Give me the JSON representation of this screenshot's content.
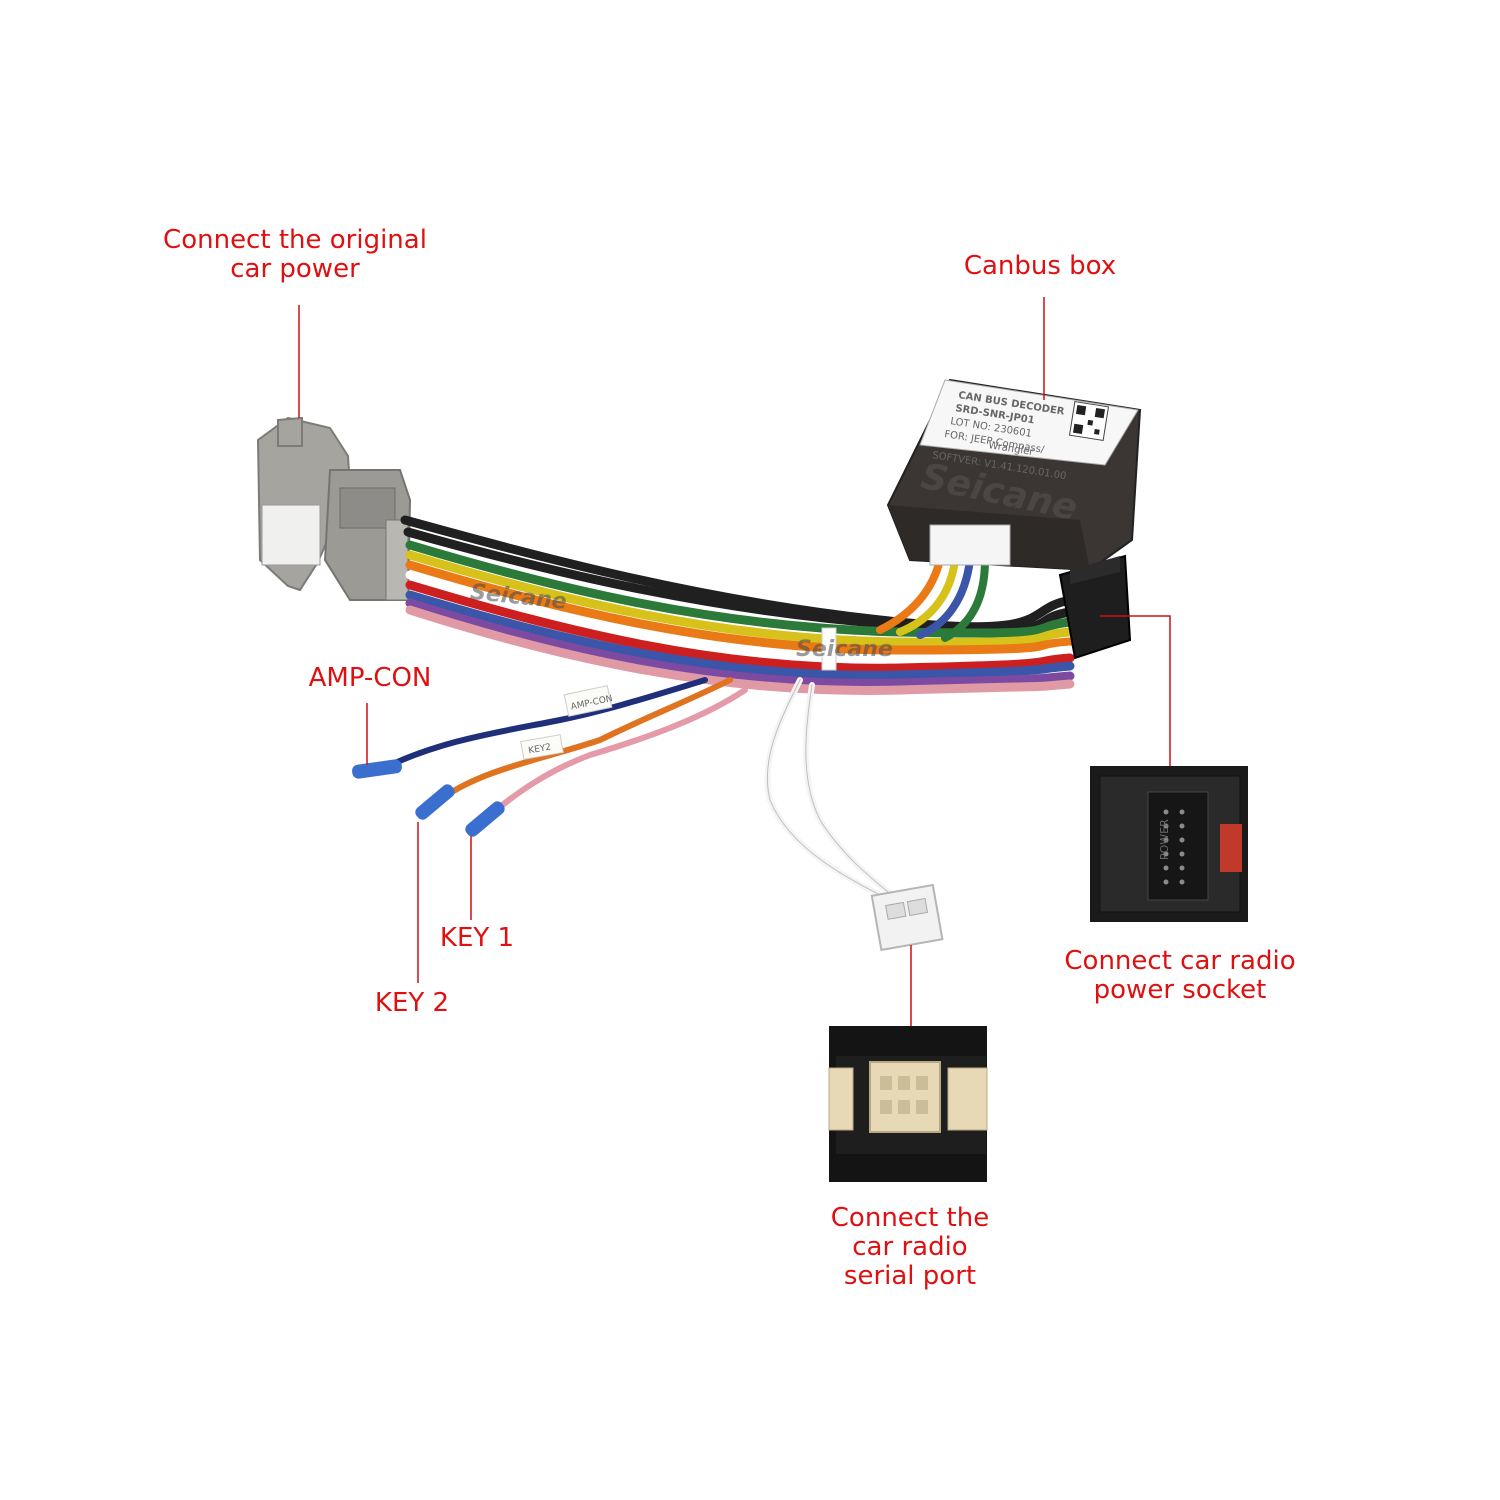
{
  "colors": {
    "label_text": "#e01010",
    "leader_line": "#d01010",
    "connector_grey": "#a4a29d",
    "canbus_body": "#3a3532",
    "black_plug": "#1e1e1e",
    "photo_inset_bg": "#1c1c1c",
    "serial_port_plastic": "#e7d9b6"
  },
  "labels": {
    "original_power": [
      "Connect the original",
      "car power"
    ],
    "canbus_box": "Canbus box",
    "amp_con": "AMP-CON",
    "key1": "KEY 1",
    "key2": "KEY 2",
    "radio_power_socket": [
      "Connect car radio",
      "power socket"
    ],
    "radio_serial_port": [
      "Connect the",
      "car radio",
      "serial port"
    ]
  },
  "canbus_sticker": [
    "CAN BUS DECODER",
    "SRD-SNR-JP01",
    "LOT NO: 230601",
    "FOR: JEEP-Compass/",
    "Wrangler",
    "SOFTVER: V1.41.120.01.00"
  ],
  "watermark": "Seicane",
  "small_tags": [
    "AMP-CON",
    "KEY2"
  ],
  "inset_power_text": "POWER"
}
